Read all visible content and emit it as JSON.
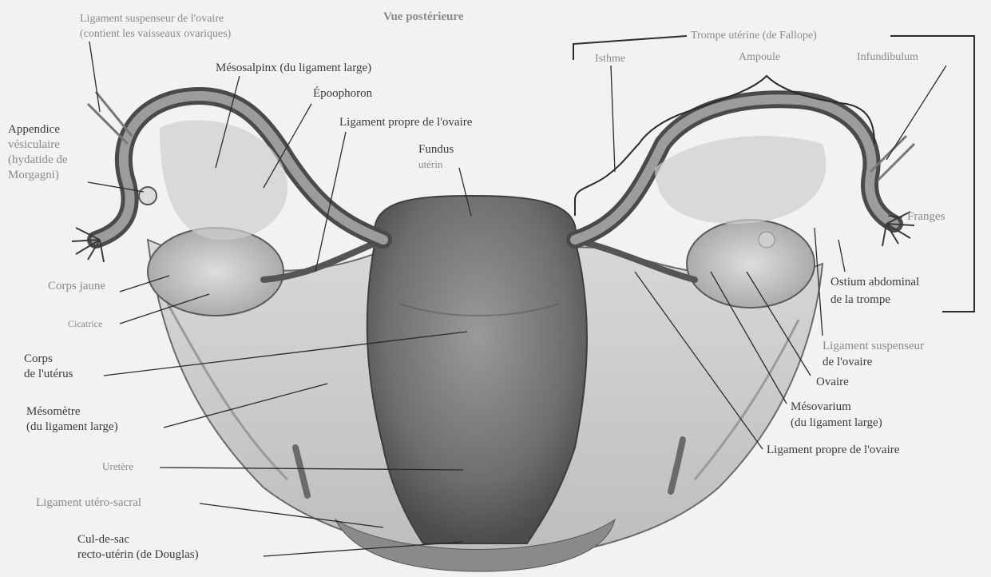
{
  "title": "Vue postérieure",
  "colors": {
    "background": "#f2f2f0",
    "tissue": "#8c8c8c",
    "tissue_dark": "#4a4a4a",
    "leader": "#2b2b2b"
  },
  "labels": {
    "ligament_suspenseur_left": [
      "Ligament suspenseur de l'ovaire",
      "(contient les vaisseaux ovariques)"
    ],
    "mesosalpinx": "Mésosalpinx (du ligament large)",
    "epoophoron": "Époophoron",
    "ligament_propre_top": "Ligament propre de l'ovaire",
    "fundus": [
      "Fundus",
      "utérin"
    ],
    "appendice": [
      "Appendice",
      "vésiculaire",
      "(hydatide de",
      "Morgagni)"
    ],
    "corps_jaune": "Corps jaune",
    "cicatrice": "Cicatrice",
    "corps_uterus": [
      "Corps",
      "de l'utérus"
    ],
    "mesometre": [
      "Mésomètre",
      "(du ligament large)"
    ],
    "uretere": "Uretère",
    "ligament_utero_sacral": "Ligament utéro-sacral",
    "cul_de_sac": [
      "Cul-de-sac",
      "recto-utérin (de Douglas)"
    ],
    "trompe": "Trompe utérine (de Fallope)",
    "isthme": "Isthme",
    "ampoule": "Ampoule",
    "infundibulum": "Infundibulum",
    "franges": "Franges",
    "ostium": [
      "Ostium abdominal",
      "de la trompe"
    ],
    "ligament_suspenseur_right": [
      "Ligament suspenseur",
      "de l'ovaire"
    ],
    "ovaire": "Ovaire",
    "mesovarium": [
      "Mésovarium",
      "(du ligament large)"
    ],
    "ligament_propre_bottom": "Ligament propre de l'ovaire"
  }
}
